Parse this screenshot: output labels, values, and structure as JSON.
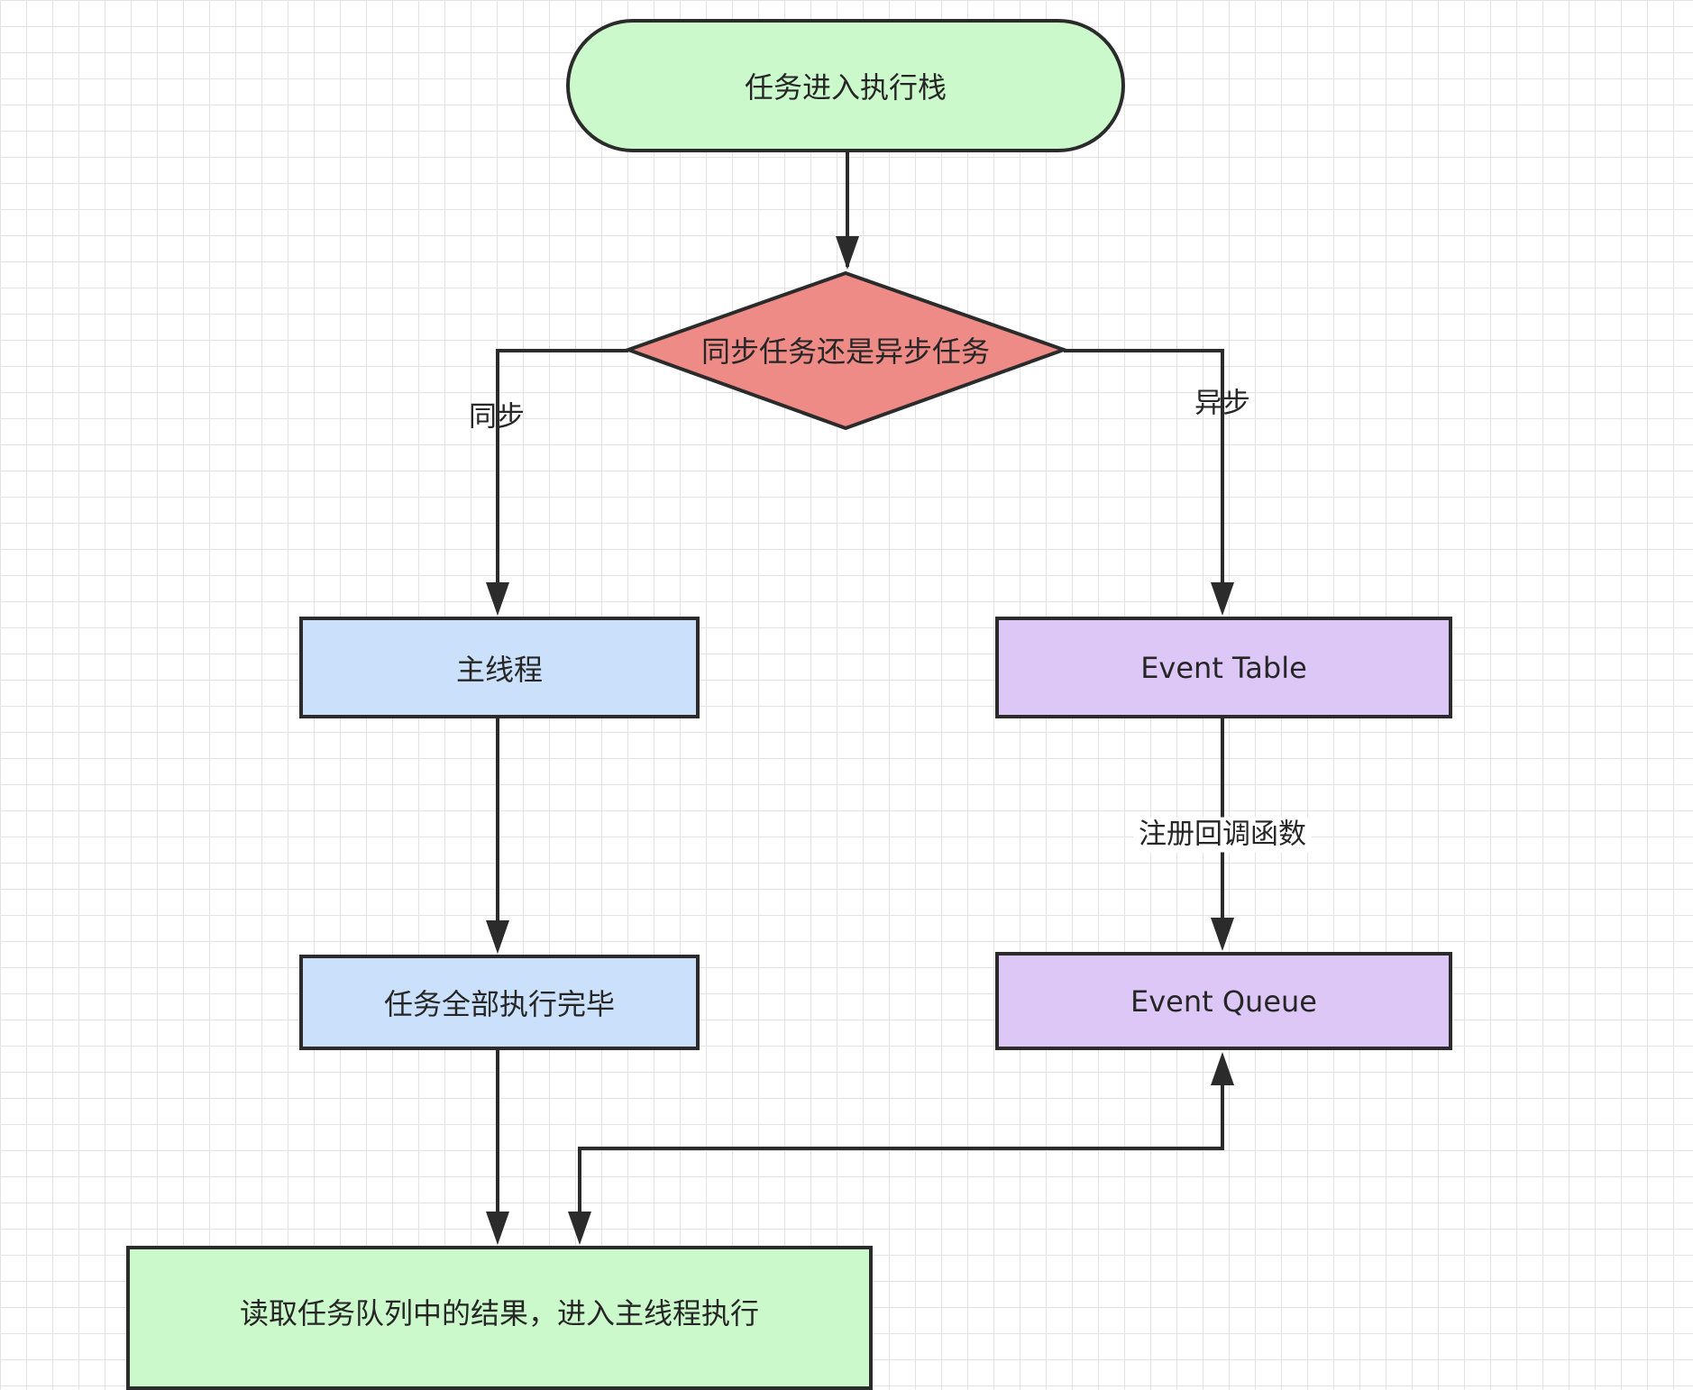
{
  "nodes": {
    "start": "任务进入执行栈",
    "decision": "同步任务还是异步任务",
    "main_thread": "主线程",
    "tasks_done": "任务全部执行完毕",
    "event_table": "Event Table",
    "event_queue": "Event Queue",
    "read_queue": "读取任务队列中的结果，进入主线程执行"
  },
  "edge_labels": {
    "sync": "同步",
    "async": "异步",
    "register_callback": "注册回调函数"
  },
  "colors": {
    "terminal_fill": "#ccf9cb",
    "decision_fill": "#ee8b87",
    "main_thread_fill": "#cbe0fa",
    "event_fill": "#dcc7f6",
    "stroke": "#2b2b2b"
  }
}
